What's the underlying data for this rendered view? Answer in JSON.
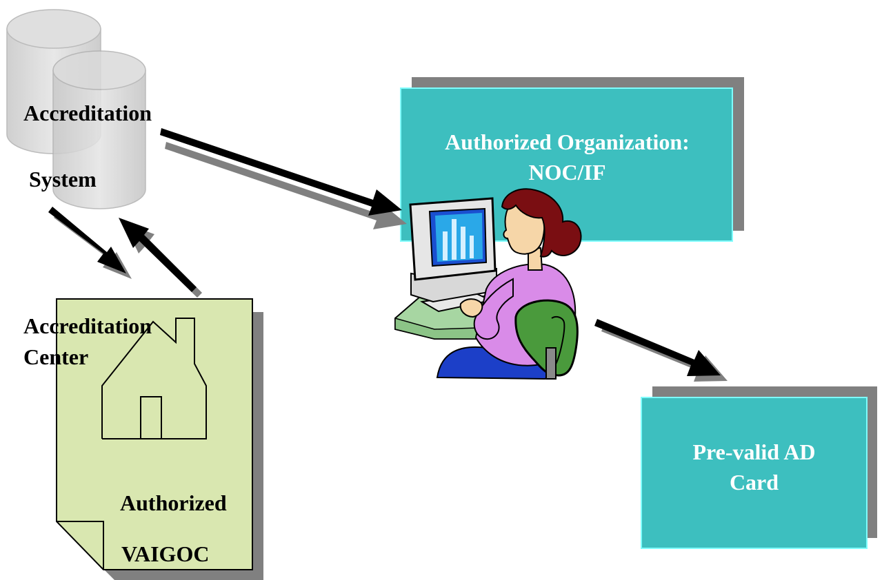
{
  "accreditation_system": {
    "line1": "Accreditation",
    "line2": "System",
    "icon": "database-cylinders-icon"
  },
  "accreditation_center": {
    "line1": "Accreditation",
    "line2": "Center",
    "icon": "house-icon"
  },
  "document": {
    "line1": "Authorized",
    "line2": "VAIGOC",
    "icon": "document-page-icon",
    "fill_color": "#d9e7b0"
  },
  "authorized_org": {
    "line1": "Authorized Organization:",
    "line2": "NOC/IF",
    "fill_color": "#3dbfbf",
    "border_color": "#7ffcfc",
    "shadow_color": "#808080"
  },
  "operator": {
    "icon": "person-at-computer-icon"
  },
  "card_box": {
    "line1": "Pre-valid AD",
    "line2": "Card",
    "fill_color": "#3dbfbf",
    "border_color": "#7ffcfc",
    "shadow_color": "#808080"
  }
}
